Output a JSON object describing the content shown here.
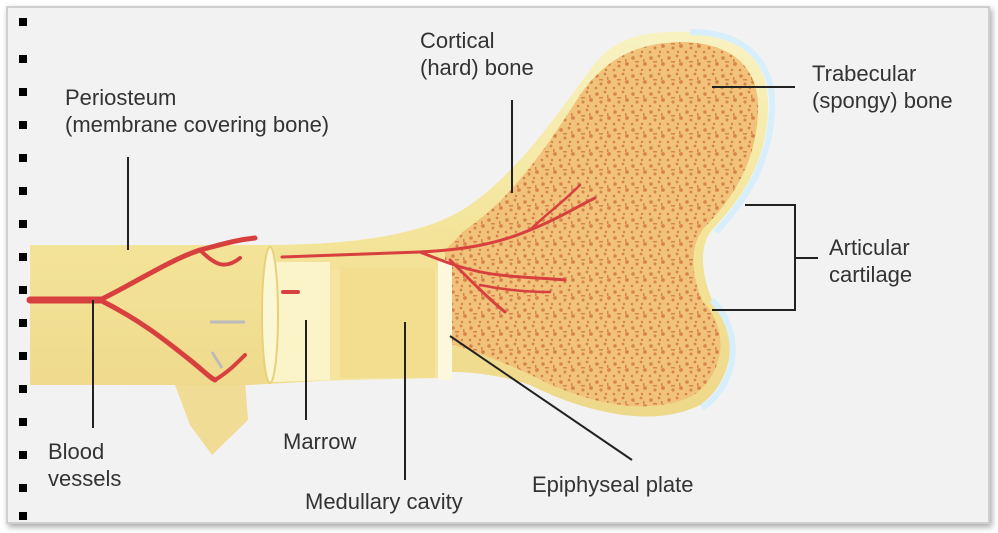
{
  "labels": {
    "cortical": [
      "Cortical",
      "(hard) bone"
    ],
    "periosteum": [
      "Periosteum",
      "(membrane covering bone)"
    ],
    "trabecular": [
      "Trabecular",
      "(spongy) bone"
    ],
    "articular": [
      "Articular",
      "cartilage"
    ],
    "blood_vessels": [
      "Blood",
      "vessels"
    ],
    "marrow": "Marrow",
    "medullary": "Medullary cavity",
    "epiphyseal": "Epiphyseal plate"
  },
  "colors": {
    "background": "#f2f2f2",
    "bone_shaft": "#f7efb0",
    "cortical_light": "#fbf6c8",
    "trabecular_fill": "#f0c27a",
    "trabecular_spots": "#d9824a",
    "vessel": "#d8403f",
    "cartilage": "#d7eefc",
    "leader_line": "#222222"
  }
}
